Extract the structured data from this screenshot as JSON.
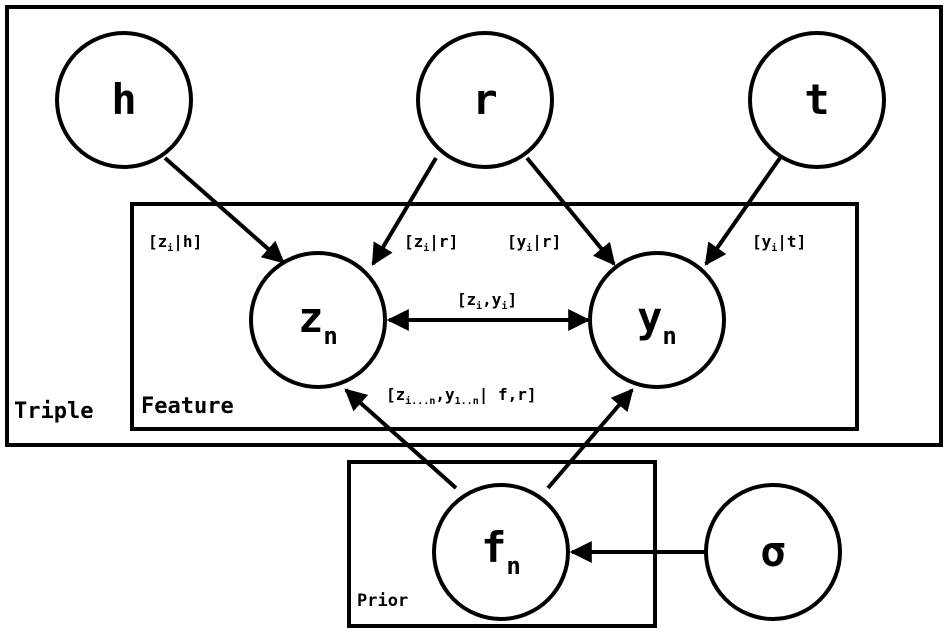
{
  "plates": {
    "triple": "Triple",
    "feature": "Feature",
    "prior": "Prior"
  },
  "nodes": {
    "h": {
      "main": "h",
      "sub": ""
    },
    "r": {
      "main": "r",
      "sub": ""
    },
    "t": {
      "main": "t",
      "sub": ""
    },
    "z": {
      "main": "z",
      "sub": "n"
    },
    "y": {
      "main": "y",
      "sub": "n"
    },
    "f": {
      "main": "f",
      "sub": "n"
    },
    "sigma": {
      "main": "σ",
      "sub": ""
    }
  },
  "edge_labels": {
    "zh": {
      "p1": "[z",
      "sub": "i",
      "p2": "|h]"
    },
    "zr": {
      "p1": "[z",
      "sub": "i",
      "p2": "|r]"
    },
    "yr": {
      "p1": "[y",
      "sub": "i",
      "p2": "|r]"
    },
    "yt": {
      "p1": "[y",
      "sub": "i",
      "p2": "|t]"
    },
    "zy": {
      "p1": "[z",
      "sub1": "i",
      "mid": ",y",
      "sub2": "i",
      "p2": "]"
    },
    "prior": {
      "p1": "[z",
      "sub1": "i...n",
      "mid": ",y",
      "sub2": "1..n",
      "p2": "| f,r]"
    }
  }
}
